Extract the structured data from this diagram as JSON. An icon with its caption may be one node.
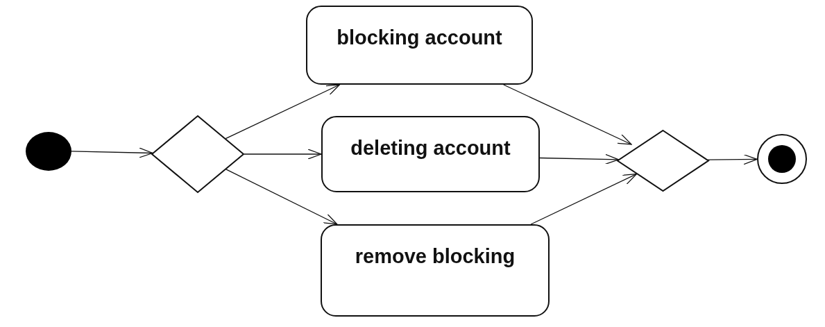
{
  "diagram": {
    "nodes": [
      {
        "text": [],
        "shape": "circle"
      },
      {
        "text": [],
        "shape": "diamond"
      },
      {
        "text": [
          "blocking account"
        ]
      },
      {
        "text": [
          "deleting account"
        ]
      },
      {
        "text": [
          "remove blocking"
        ]
      },
      {
        "text": [],
        "shape": "diamond"
      },
      {
        "text": [],
        "shape": "bullseye"
      }
    ],
    "edges": [
      {
        "from": 0,
        "to": 1,
        "arrow": "to"
      },
      {
        "from": 1,
        "to": 2,
        "arrow": "to"
      },
      {
        "from": 1,
        "to": 3,
        "arrow": "to"
      },
      {
        "from": 1,
        "to": 4,
        "arrow": "to"
      },
      {
        "from": 2,
        "to": 5,
        "arrow": "to"
      },
      {
        "from": 3,
        "to": 5,
        "arrow": "to"
      },
      {
        "from": 4,
        "to": 5,
        "arrow": "to"
      },
      {
        "from": 5,
        "to": 6,
        "arrow": "to"
      }
    ]
  }
}
